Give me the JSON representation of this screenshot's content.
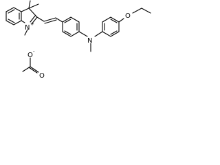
{
  "structure": {
    "atoms": {
      "n_plus": "N",
      "n_plus_charge": "+",
      "amine_n": "N",
      "ether_o": "O",
      "acetate_o_minus": "O",
      "acetate_o_minus_charge": "-",
      "acetate_o_double": "O"
    },
    "colors": {
      "ink": "#000000",
      "background": "#ffffff"
    }
  }
}
